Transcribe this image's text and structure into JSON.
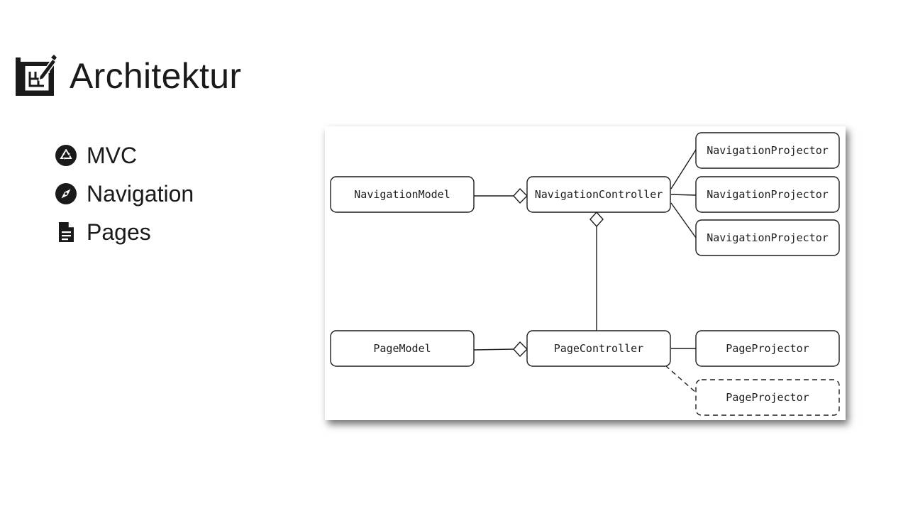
{
  "slide": {
    "title": "Architektur",
    "title_icon": "blueprint-pencil-icon"
  },
  "bullets": [
    {
      "label": "MVC",
      "icon": "recycle-icon"
    },
    {
      "label": "Navigation",
      "icon": "compass-icon"
    },
    {
      "label": "Pages",
      "icon": "document-icon"
    }
  ],
  "diagram": {
    "nodes": {
      "navigation_model": {
        "label": "NavigationModel"
      },
      "navigation_controller": {
        "label": "NavigationController"
      },
      "navigation_projector_1": {
        "label": "NavigationProjector"
      },
      "navigation_projector_2": {
        "label": "NavigationProjector"
      },
      "navigation_projector_3": {
        "label": "NavigationProjector"
      },
      "page_model": {
        "label": "PageModel"
      },
      "page_controller": {
        "label": "PageController"
      },
      "page_projector": {
        "label": "PageProjector"
      },
      "page_projector_optional": {
        "label": "PageProjector",
        "dashed": true
      }
    },
    "edges": [
      {
        "from": "navigation_model",
        "to": "navigation_controller",
        "kind": "aggregation"
      },
      {
        "from": "page_model",
        "to": "page_controller",
        "kind": "aggregation"
      },
      {
        "from": "page_controller",
        "to": "navigation_controller",
        "kind": "aggregation"
      },
      {
        "from": "navigation_controller",
        "to": "navigation_projector_1",
        "kind": "association"
      },
      {
        "from": "navigation_controller",
        "to": "navigation_projector_2",
        "kind": "association"
      },
      {
        "from": "navigation_controller",
        "to": "navigation_projector_3",
        "kind": "association"
      },
      {
        "from": "page_controller",
        "to": "page_projector",
        "kind": "association"
      },
      {
        "from": "page_controller",
        "to": "page_projector_optional",
        "kind": "dashed-association"
      }
    ]
  }
}
